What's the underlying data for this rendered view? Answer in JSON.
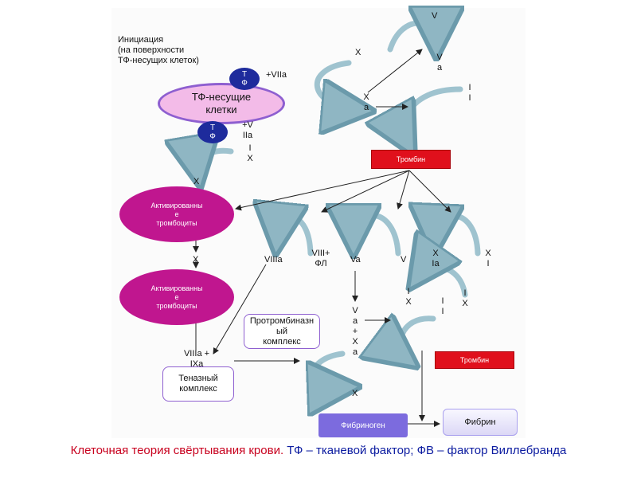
{
  "initiation_note": "Инициация\n(на поверхности\nТФ-несущих клеток)",
  "tf_cells": "ТФ-несущие\nклетки",
  "tf_label": "Т\nФ",
  "viia_top": "+VIIa",
  "viia_bottom": "+V\nIIa",
  "ix_bottom_letters": "I\nX",
  "x_top": "X",
  "xa_left": "X\na",
  "v_top": "V",
  "va_top": "V\na",
  "ii_top": "I\nI",
  "thrombin": "Тромбин",
  "x_left": "X",
  "activated_platelets": "Активированны\nе\nтромбоциты",
  "x_middle": "X",
  "viiia": "VIIIa",
  "viii_fl": "VIII+\nФЛ",
  "va_mid": "Va",
  "v_mid": "V",
  "xia": "X\nIa",
  "xi": "X\nI",
  "ix_inner": "I\nX",
  "ii_inner": "I\nI",
  "ix_right": "I\nX",
  "prothrombinase": "Протромбиназн\nый\nкомплекс",
  "va_xa_stack": "V\na\n+\nX\na",
  "viiia_ixa": "VIIIa +\nIXa",
  "tenase": "Теназный\nкомплекс",
  "x_bottom": "X",
  "fibrinogen": "Фибриноген",
  "fibrin": "Фибрин",
  "caption": {
    "red": "Клеточная теория свёртывания крови.",
    "blue": " ТФ – тканевой фактор; ФВ – фактор Виллебранда"
  },
  "colors": {
    "arc": "#9fc3cf",
    "arc_stroke": "#6b9aab",
    "thrombin": "#e0101c",
    "platelet": "#c0168f",
    "tf": "#1e2b9c",
    "tf_cells_fill": "#f3bbe8",
    "border_purple": "#8e5fd0",
    "fibrinogen": "#7c6bde"
  }
}
